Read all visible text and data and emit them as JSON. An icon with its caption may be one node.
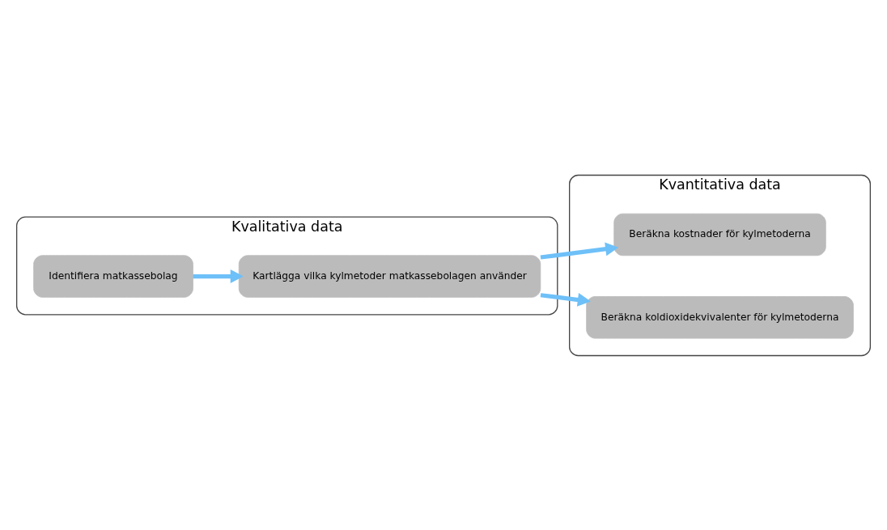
{
  "diagram": {
    "nodes": [
      {
        "text": [
          "Kvalitativa data"
        ]
      },
      {
        "text": [
          "Identifiera matkassebolag"
        ],
        "in": 0
      },
      {
        "text": [
          "Kartlägga vilka kylmetoder matkassebolagen använder"
        ],
        "in": 0
      },
      {
        "text": [
          "Kvantitativa data"
        ]
      },
      {
        "text": [
          "Beräkna kostnader för kylmetoderna"
        ],
        "in": 3
      },
      {
        "text": [
          "Beräkna koldioxidekvivalenter för kylmetoderna"
        ],
        "in": 3
      }
    ],
    "edges": [
      {
        "from": 1,
        "to": 2,
        "arrow": "to"
      },
      {
        "from": 2,
        "to": 4,
        "arrow": "to"
      },
      {
        "from": 2,
        "to": 5,
        "arrow": "to"
      }
    ]
  }
}
